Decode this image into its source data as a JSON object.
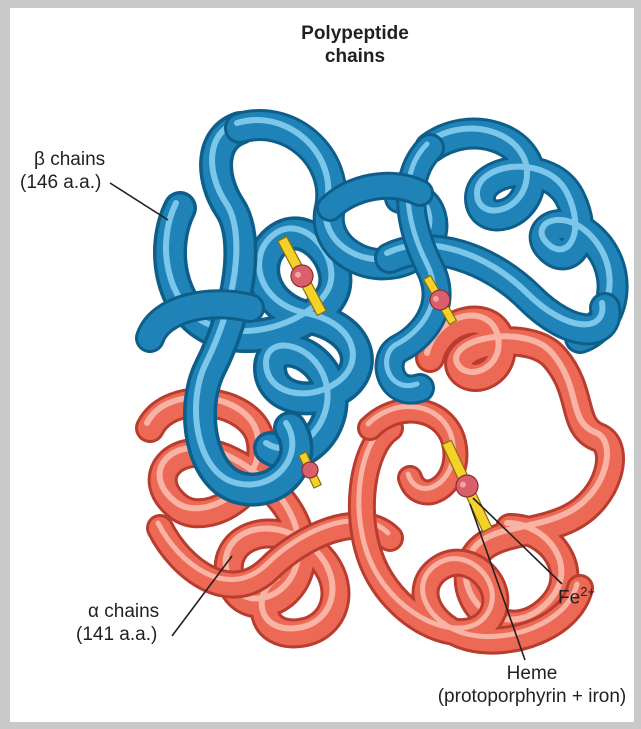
{
  "title": {
    "line1": "Polypeptide",
    "line2": "chains"
  },
  "beta": {
    "line1": "β chains",
    "line2": "(146 a.a.)"
  },
  "alpha": {
    "line1": "α chains",
    "line2": "(141 a.a.)"
  },
  "iron": {
    "base": "Fe",
    "sup": "2+"
  },
  "heme": {
    "line1": "Heme",
    "line2": "(protoporphyrin + iron)"
  },
  "colors": {
    "beta_chain": "#1f83b8",
    "beta_shadow": "#0e5e8a",
    "beta_highlight": "#7cc6ea",
    "alpha_chain": "#ec6a55",
    "alpha_shadow": "#b83d2f",
    "alpha_highlight": "#f8b3a4",
    "heme_plate": "#f5d22a",
    "iron_ball": "#d9606a"
  }
}
